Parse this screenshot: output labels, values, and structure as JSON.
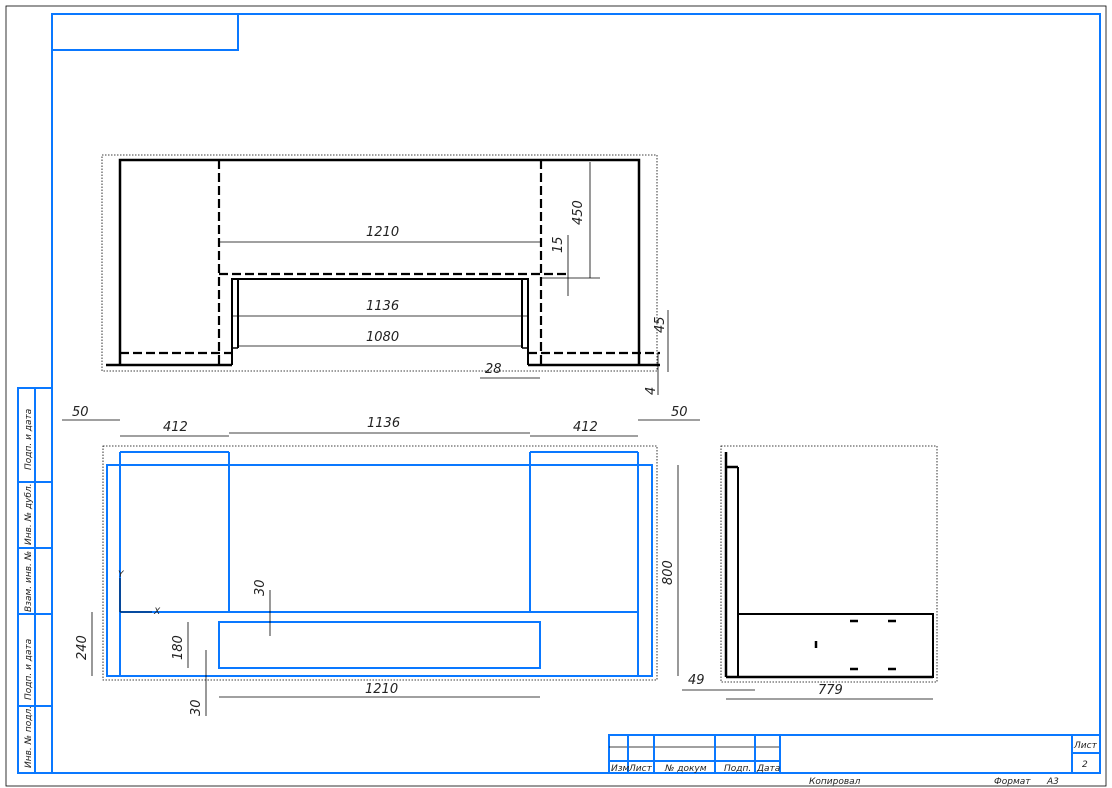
{
  "colors": {
    "frame": "#0a78ff",
    "geometry": "#000000"
  },
  "top_view": {
    "dims": {
      "d1210": "1210",
      "d1136": "1136",
      "d1080": "1080",
      "d450": "450",
      "d15": "15",
      "d45": "45",
      "d4": "4",
      "d28": "28"
    }
  },
  "front_view": {
    "dims": {
      "d50_left": "50",
      "d412_left": "412",
      "d1136": "1136",
      "d412_right": "412",
      "d50_right": "50",
      "d800": "800",
      "d240": "240",
      "d180": "180",
      "d30_top": "30",
      "d30_bottom": "30",
      "d1210": "1210"
    },
    "axis": {
      "x": "X",
      "y": "Y"
    }
  },
  "side_view": {
    "dims": {
      "d49": "49",
      "d779": "779"
    }
  },
  "side_strip": [
    "Подп. и дата",
    "Инв. № дубл.",
    "Взам. инв. №",
    "Подп. и дата",
    "Инв. № подл."
  ],
  "title_block": {
    "headers": [
      "Изм",
      "Лист",
      "№ докум",
      "Подп.",
      "Дата"
    ],
    "sheet_label": "Лист",
    "sheet_number": "2",
    "copied": "Копировал",
    "format_label": "Формат",
    "format_value": "А3"
  }
}
